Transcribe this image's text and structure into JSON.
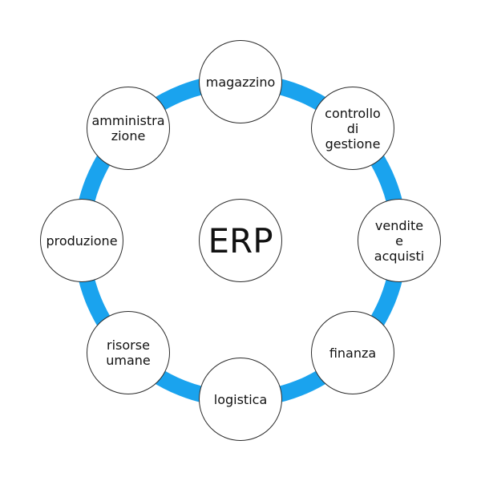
{
  "colors": {
    "ring": "#1aa3ee",
    "node_border": "#2b2b2b",
    "node_fill": "#ffffff",
    "text": "#111111"
  },
  "center": {
    "label": "ERP"
  },
  "nodes": [
    {
      "label": "magazzino"
    },
    {
      "label": "controllo\ndi\ngestione"
    },
    {
      "label": "vendite\ne\nacquisti"
    },
    {
      "label": "finanza"
    },
    {
      "label": "logistica"
    },
    {
      "label": "risorse\numane"
    },
    {
      "label": "produzione"
    },
    {
      "label": "amministra\nzione"
    }
  ]
}
